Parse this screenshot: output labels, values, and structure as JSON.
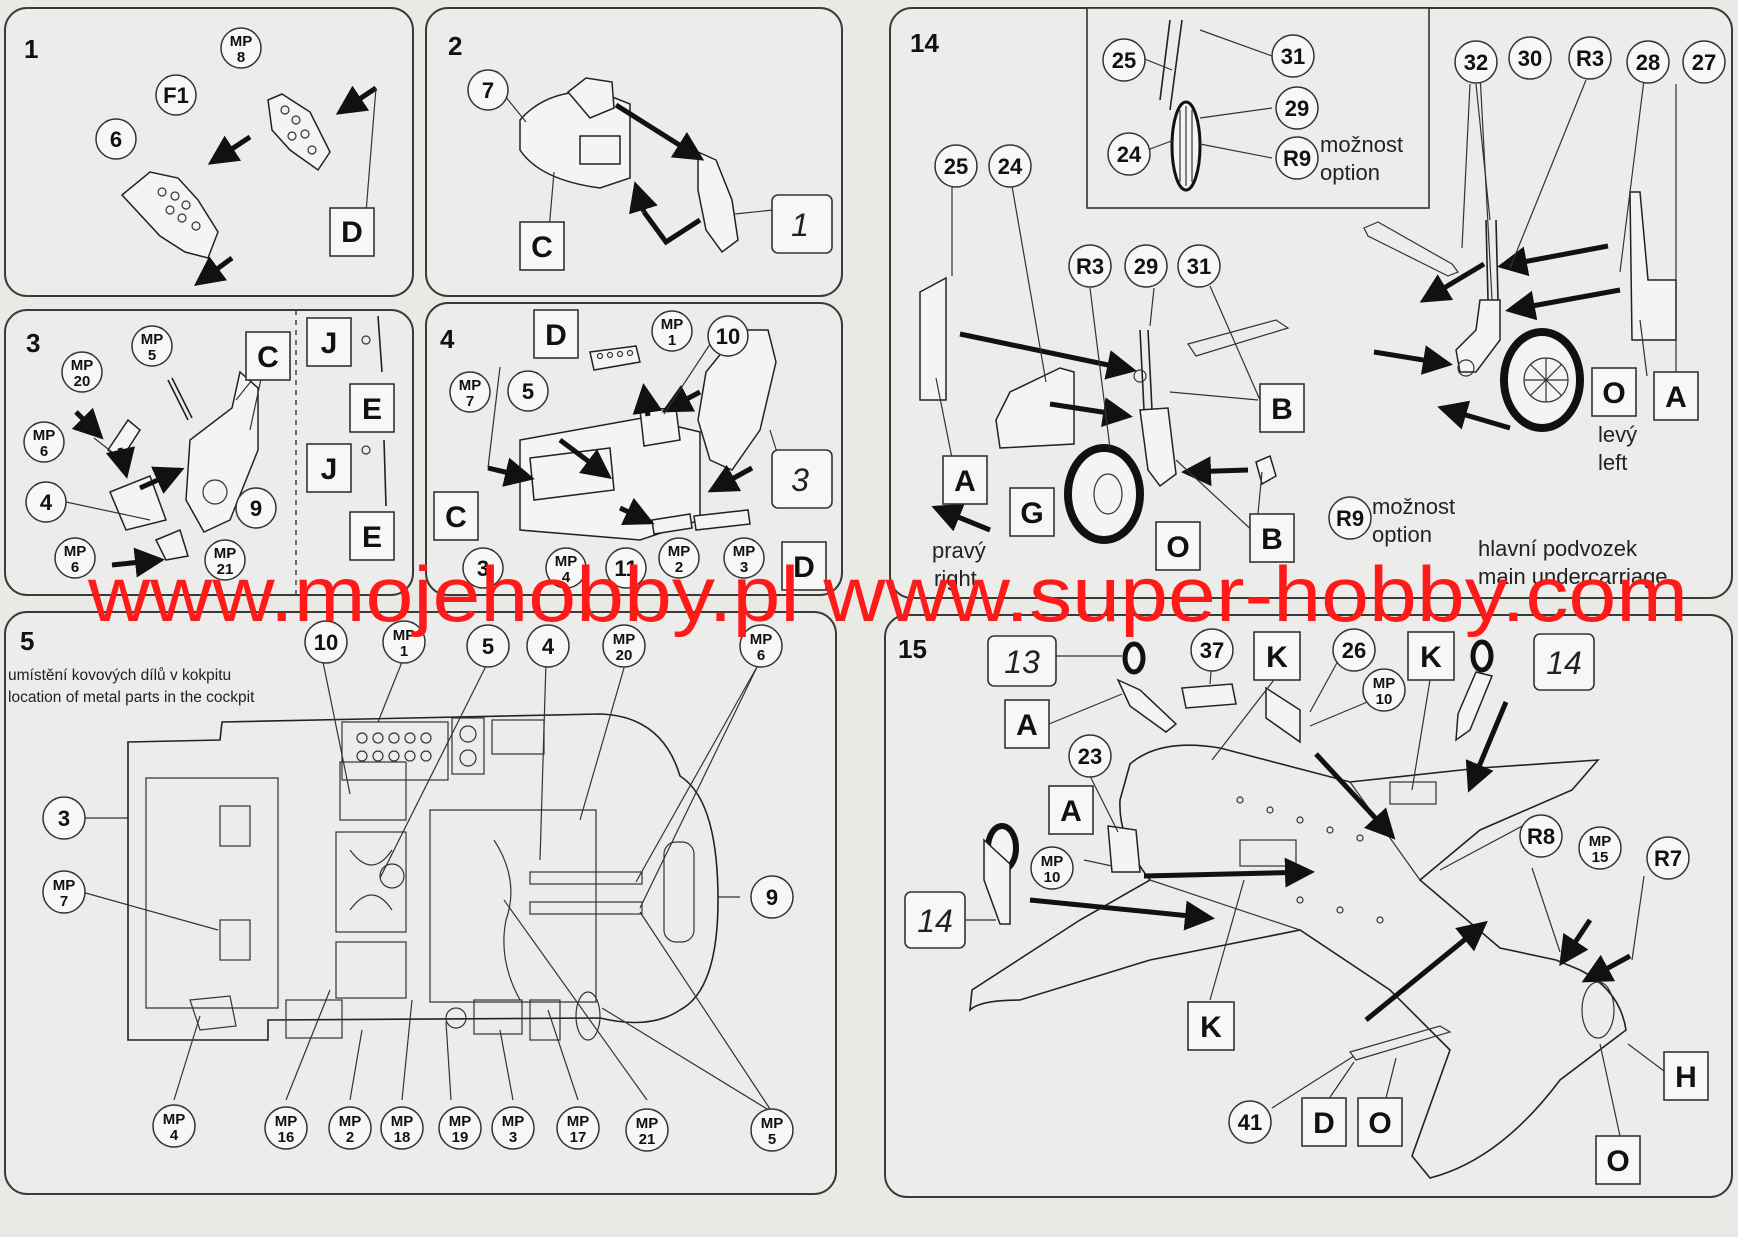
{
  "panel1": {
    "step": "1",
    "labels": {
      "mp8": "MP 8",
      "f1": "F1",
      "p6": "6",
      "boxD": "D"
    }
  },
  "panel2": {
    "step": "2",
    "labels": {
      "p7": "7",
      "boxC": "C",
      "ref1": "1"
    }
  },
  "panel3": {
    "step": "3",
    "labels": {
      "mp5": "MP 5",
      "mp20": "MP 20",
      "mp6a": "MP 6",
      "p4": "4",
      "mp6b": "MP 6",
      "mp21": "MP 21",
      "boxC": "C",
      "p9": "9",
      "boxJ1": "J",
      "boxE1": "E",
      "boxJ2": "J",
      "boxE2": "E"
    }
  },
  "panel4": {
    "step": "4",
    "labels": {
      "boxD1": "D",
      "mp1": "MP 1",
      "p10": "10",
      "mp7": "MP 7",
      "p5": "5",
      "boxC": "C",
      "p3": "3",
      "mp4": "MP 4",
      "p11": "11",
      "mp2": "MP 2",
      "mp3": "MP 3",
      "boxD2": "D",
      "ref3": "3"
    }
  },
  "panel5": {
    "step": "5",
    "note_cz": "umístění kovových dílů v kokpitu",
    "note_en": "location of metal parts in the cockpit",
    "labels": {
      "p10": "10",
      "mp1": "MP 1",
      "p5": "5",
      "p4": "4",
      "mp20": "MP 20",
      "mp6": "MP 6",
      "p3": "3",
      "mp7": "MP 7",
      "p9": "9",
      "mp4": "MP 4",
      "mp16": "MP 16",
      "mp2": "MP 2",
      "mp18": "MP 18",
      "mp19": "MP 19",
      "mp3": "MP 3",
      "mp17": "MP 17",
      "mp21": "MP 21",
      "mp5": "MP 5"
    }
  },
  "panel14": {
    "step": "14",
    "labels": {
      "i25": "25",
      "i31": "31",
      "i29": "29",
      "i24": "24",
      "iR9": "R9",
      "c25": "25",
      "c24": "24",
      "cR3": "R3",
      "c29": "29",
      "c31": "31",
      "r32": "32",
      "r30": "30",
      "rR3": "R3",
      "r28": "28",
      "r27": "27",
      "boxA1": "A",
      "boxB1": "B",
      "boxG": "G",
      "boxO1": "O",
      "boxB2": "B",
      "cR9": "R9",
      "boxO2": "O",
      "boxA2": "A"
    },
    "option_cz": "možnost",
    "option_en": "option",
    "right_cz": "pravý",
    "right_en": "right",
    "left_cz": "levý",
    "left_en": "left",
    "main_cz": "hlavní podvozek",
    "main_en": "main undercarriage"
  },
  "panel15": {
    "step": "15",
    "labels": {
      "ref13": "13",
      "boxA1": "A",
      "c37": "37",
      "boxK1": "K",
      "c26": "26",
      "mp10a": "MP 10",
      "boxK2": "K",
      "ref14a": "14",
      "c23": "23",
      "boxA2": "A",
      "mp10b": "MP 10",
      "ref14b": "14",
      "cR8": "R8",
      "mp15": "MP 15",
      "cR7": "R7",
      "boxK3": "K",
      "c41": "41",
      "boxD": "D",
      "boxO1": "O",
      "boxH": "H",
      "boxO2": "O"
    }
  },
  "watermark": "www.mojehobby.pl www.super-hobby.com"
}
